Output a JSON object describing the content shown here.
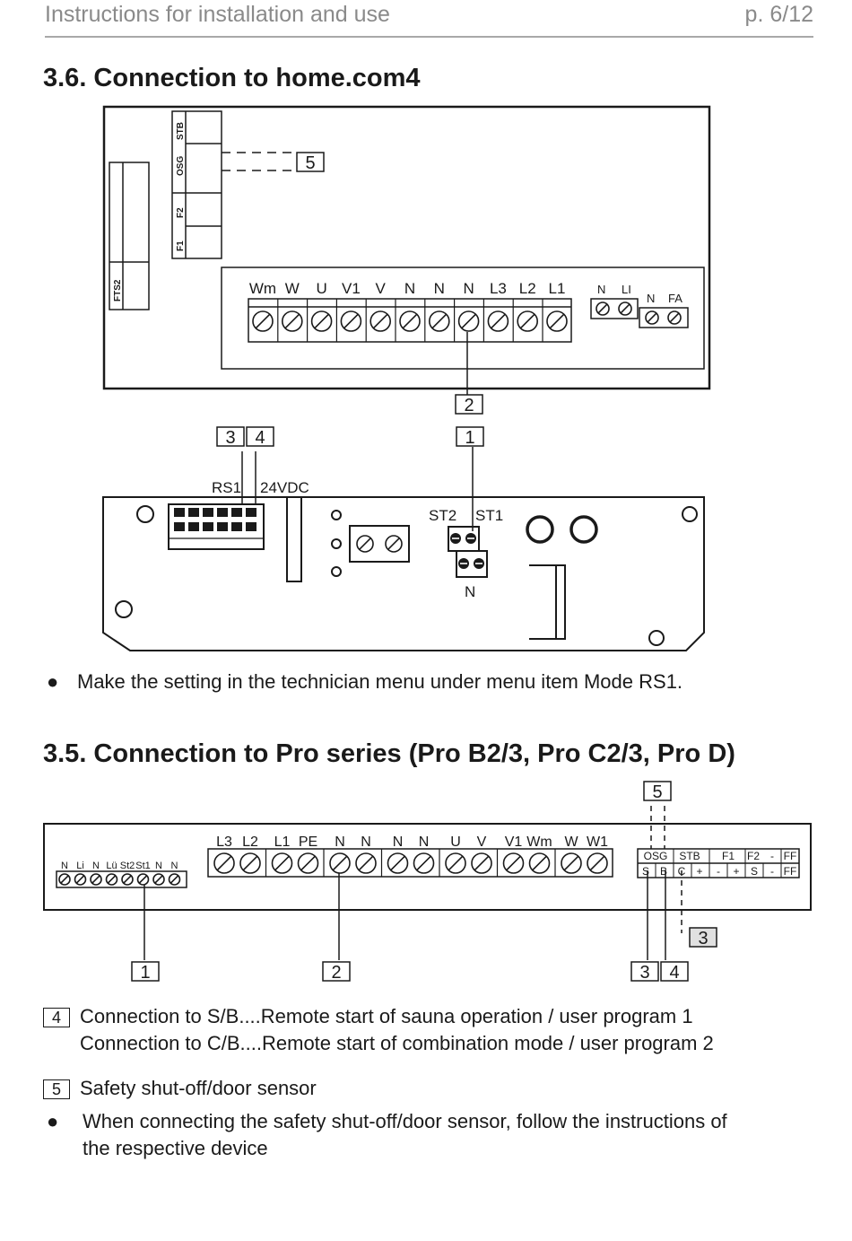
{
  "header": {
    "title": "Instructions for installation and use",
    "page": "p. 6/12"
  },
  "section1": {
    "heading": "3.6.  Connection to home.com4",
    "control_top_labels": [
      "STB",
      "OSG",
      "F2",
      "F1"
    ],
    "fts_label": "FTS2",
    "terminals": [
      "Wm",
      "W",
      "U",
      "V1",
      "V",
      "N",
      "N",
      "N",
      "L3",
      "L2",
      "L1"
    ],
    "aux_terminals_1": [
      "N",
      "LI"
    ],
    "aux_terminals_2": [
      "N",
      "FA"
    ],
    "callouts": [
      "5",
      "2",
      "3",
      "4",
      "1"
    ],
    "board_labels": {
      "rs1": "RS1",
      "vdc": "24VDC",
      "st2": "ST2",
      "st1": "ST1",
      "n": "N"
    },
    "bullet": "Make the setting in the technician menu under menu item Mode RS1."
  },
  "section2": {
    "heading": "3.5.  Connection to Pro series (Pro B2/3, Pro C2/3, Pro D)",
    "left_terminals": [
      "N",
      "Li",
      "N",
      "Lü",
      "St2",
      "St1",
      "N",
      "N"
    ],
    "main_terminals": [
      "L3",
      "L2",
      "L1",
      "PE",
      "N",
      "N",
      "N",
      "N",
      "U",
      "V",
      "V1",
      "Wm",
      "W",
      "W1"
    ],
    "right_top": [
      "OSG",
      "STB",
      "F1",
      "F2",
      "-",
      "FF"
    ],
    "right_bottom": [
      "S",
      "B",
      "C",
      "+",
      "-",
      "+",
      "S",
      "-",
      "FF"
    ],
    "callouts": [
      "5",
      "3",
      "1",
      "2",
      "3",
      "4"
    ]
  },
  "notes": [
    {
      "num": "4",
      "lines": [
        "Connection to S/B....Remote start of sauna operation / user program 1",
        "Connection to C/B....Remote start of combination mode / user program 2"
      ]
    },
    {
      "num": "5",
      "lines": [
        "Safety shut-off/door sensor"
      ]
    }
  ],
  "bullet2": [
    "When connecting the safety shut-off/door sensor, follow the instructions of",
    "the respective device"
  ]
}
